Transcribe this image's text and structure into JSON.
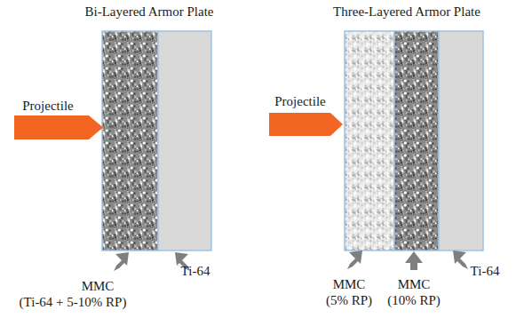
{
  "diagram": {
    "labels": [
      "Bi-Layered Armor Plate",
      "Projectile",
      "MMC",
      "(Ti-64 + 5-10% RP)",
      "Ti-64",
      "Three-Layered Armor Plate",
      "Projectile",
      "MMC",
      "(5% RP)",
      "MMC",
      "(10% RP)",
      "Ti-64"
    ]
  }
}
